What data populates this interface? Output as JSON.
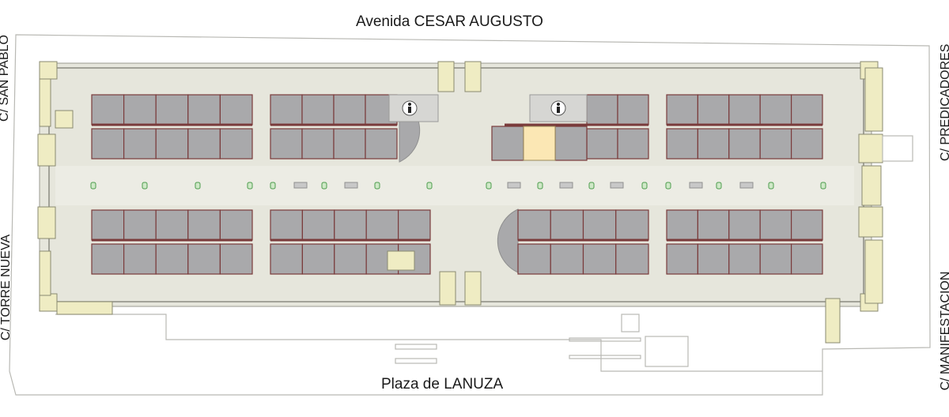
{
  "streets": {
    "top": "Avenida CESAR AUGUSTO",
    "bottom": "Plaza  de  LANUZA",
    "left_top": "C/ SAN PABLO",
    "left_bottom": "C/ TORRE NUEVA",
    "right_top": "C/ PREDICADORES",
    "right_bottom": "C/ MANIFESTACION"
  },
  "icons": {
    "restroom_male": "person-icon",
    "restroom_female": "person-icon",
    "vent": "vent-grille",
    "planter": "green-marker"
  },
  "colors": {
    "stall": "#a9a9ab",
    "stall_divider": "#7a3b3b",
    "hall_floor": "#e6e6dc",
    "highlighted_stall": "#fbe7b4",
    "stair": "#efecc3",
    "marker": "#4c9c4c"
  },
  "floor": {
    "stall_blocks": 8,
    "highlighted_stalls": 1
  }
}
